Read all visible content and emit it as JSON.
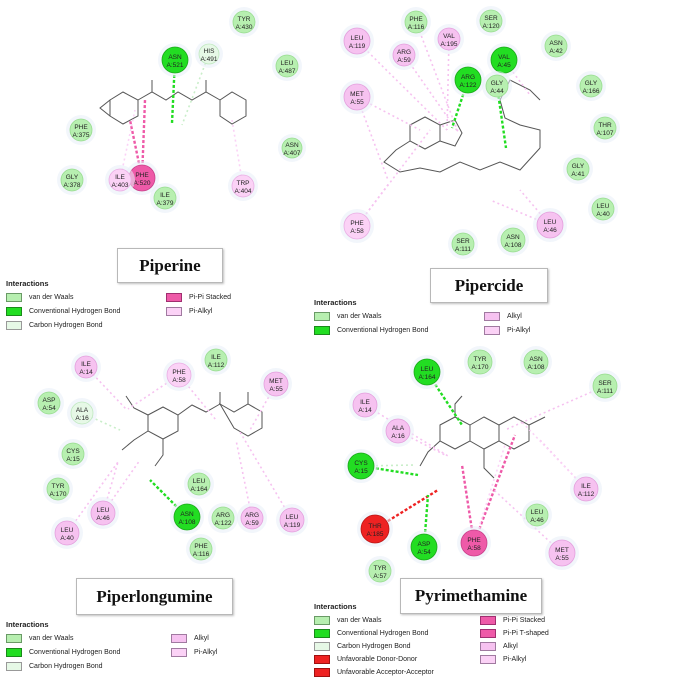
{
  "colors": {
    "vdw": "#b7efb0",
    "hbond": "#22dd22",
    "chbond": "#e6f8e6",
    "pipi": "#ee5aa8",
    "pit": "#ee5aa8",
    "alkyl": "#f6c2f0",
    "pialkyl": "#fbd2f6",
    "unfav": "#ee2222"
  },
  "panels": [
    {
      "title": "Piperine",
      "legend": {
        "title": "Interactions",
        "items": [
          {
            "label": "van der Waals",
            "type": "vdw"
          },
          {
            "label": "Conventional Hydrogen Bond",
            "type": "hbond"
          },
          {
            "label": "Carbon Hydrogen Bond",
            "type": "chbond"
          },
          {
            "label": "Pi-Pi Stacked",
            "type": "pipi"
          },
          {
            "label": "Pi-Alkyl",
            "type": "pialkyl"
          }
        ]
      },
      "residues": [
        {
          "name": "TYR",
          "num": "A:430",
          "type": "vdw"
        },
        {
          "name": "ASN",
          "num": "A:521",
          "type": "hbond"
        },
        {
          "name": "HIS",
          "num": "A:491",
          "type": "chbond"
        },
        {
          "name": "LEU",
          "num": "A:487",
          "type": "vdw"
        },
        {
          "name": "PHE",
          "num": "A:375",
          "type": "vdw"
        },
        {
          "name": "ASN",
          "num": "A:407",
          "type": "vdw"
        },
        {
          "name": "GLY",
          "num": "A:378",
          "type": "vdw"
        },
        {
          "name": "PHE",
          "num": "A:520",
          "type": "pipi"
        },
        {
          "name": "ILE",
          "num": "A:403",
          "type": "pialkyl"
        },
        {
          "name": "ILE",
          "num": "A:379",
          "type": "vdw"
        },
        {
          "name": "TRP",
          "num": "A:404",
          "type": "pialkyl"
        }
      ]
    },
    {
      "title": "Pipercide",
      "legend": {
        "title": "Interactions",
        "items": [
          {
            "label": "van der Waals",
            "type": "vdw"
          },
          {
            "label": "Conventional Hydrogen Bond",
            "type": "hbond"
          },
          {
            "label": "Alkyl",
            "type": "alkyl"
          },
          {
            "label": "Pi-Alkyl",
            "type": "pialkyl"
          }
        ]
      },
      "residues": [
        {
          "name": "PHE",
          "num": "A:116",
          "type": "vdw"
        },
        {
          "name": "SER",
          "num": "A:120",
          "type": "vdw"
        },
        {
          "name": "LEU",
          "num": "A:119",
          "type": "alkyl"
        },
        {
          "name": "VAL",
          "num": "A:195",
          "type": "alkyl"
        },
        {
          "name": "VAL",
          "num": "A:45",
          "type": "hbond"
        },
        {
          "name": "ASN",
          "num": "A:42",
          "type": "vdw"
        },
        {
          "name": "ARG",
          "num": "A:59",
          "type": "alkyl"
        },
        {
          "name": "ARG",
          "num": "A:122",
          "type": "hbond"
        },
        {
          "name": "GLY",
          "num": "A:44",
          "type": "vdw"
        },
        {
          "name": "GLY",
          "num": "A:166",
          "type": "vdw"
        },
        {
          "name": "MET",
          "num": "A:55",
          "type": "alkyl"
        },
        {
          "name": "THR",
          "num": "A:107",
          "type": "vdw"
        },
        {
          "name": "GLY",
          "num": "A:41",
          "type": "vdw"
        },
        {
          "name": "LEU",
          "num": "A:40",
          "type": "vdw"
        },
        {
          "name": "PHE",
          "num": "A:58",
          "type": "pialkyl"
        },
        {
          "name": "LEU",
          "num": "A:46",
          "type": "alkyl"
        },
        {
          "name": "ASN",
          "num": "A:108",
          "type": "vdw"
        },
        {
          "name": "SER",
          "num": "A:111",
          "type": "vdw"
        }
      ]
    },
    {
      "title": "Piperlongumine",
      "legend": {
        "title": "Interactions",
        "items": [
          {
            "label": "van der Waals",
            "type": "vdw"
          },
          {
            "label": "Conventional Hydrogen Bond",
            "type": "hbond"
          },
          {
            "label": "Carbon Hydrogen Bond",
            "type": "chbond"
          },
          {
            "label": "Alkyl",
            "type": "alkyl"
          },
          {
            "label": "Pi-Alkyl",
            "type": "pialkyl"
          }
        ]
      },
      "residues": [
        {
          "name": "ILE",
          "num": "A:14",
          "type": "alkyl"
        },
        {
          "name": "PHE",
          "num": "A:58",
          "type": "pialkyl"
        },
        {
          "name": "ILE",
          "num": "A:112",
          "type": "vdw"
        },
        {
          "name": "MET",
          "num": "A:55",
          "type": "alkyl"
        },
        {
          "name": "ASP",
          "num": "A:54",
          "type": "vdw"
        },
        {
          "name": "ALA",
          "num": "A:16",
          "type": "chbond"
        },
        {
          "name": "CYS",
          "num": "A:15",
          "type": "vdw"
        },
        {
          "name": "TYR",
          "num": "A:170",
          "type": "vdw"
        },
        {
          "name": "LEU",
          "num": "A:164",
          "type": "vdw"
        },
        {
          "name": "LEU",
          "num": "A:46",
          "type": "alkyl"
        },
        {
          "name": "ASN",
          "num": "A:108",
          "type": "hbond"
        },
        {
          "name": "ARG",
          "num": "A:122",
          "type": "vdw"
        },
        {
          "name": "ARG",
          "num": "A:59",
          "type": "alkyl"
        },
        {
          "name": "LEU",
          "num": "A:119",
          "type": "alkyl"
        },
        {
          "name": "LEU",
          "num": "A:40",
          "type": "alkyl"
        },
        {
          "name": "PHE",
          "num": "A:116",
          "type": "vdw"
        }
      ]
    },
    {
      "title": "Pyrimethamine",
      "legend": {
        "title": "Interactions",
        "items": [
          {
            "label": "van der Waals",
            "type": "vdw"
          },
          {
            "label": "Conventional Hydrogen Bond",
            "type": "hbond"
          },
          {
            "label": "Carbon Hydrogen Bond",
            "type": "chbond"
          },
          {
            "label": "Unfavorable Donor-Donor",
            "type": "unfav"
          },
          {
            "label": "Unfavorable Acceptor-Acceptor",
            "type": "unfav"
          },
          {
            "label": "Pi-Pi Stacked",
            "type": "pipi"
          },
          {
            "label": "Pi-Pi T-shaped",
            "type": "pit"
          },
          {
            "label": "Alkyl",
            "type": "alkyl"
          },
          {
            "label": "Pi-Alkyl",
            "type": "pialkyl"
          }
        ]
      },
      "residues": [
        {
          "name": "TYR",
          "num": "A:170",
          "type": "vdw"
        },
        {
          "name": "ASN",
          "num": "A:108",
          "type": "vdw"
        },
        {
          "name": "LEU",
          "num": "A:164",
          "type": "hbond"
        },
        {
          "name": "SER",
          "num": "A:111",
          "type": "vdw"
        },
        {
          "name": "ILE",
          "num": "A:14",
          "type": "alkyl"
        },
        {
          "name": "ALA",
          "num": "A:16",
          "type": "alkyl"
        },
        {
          "name": "CYS",
          "num": "A:15",
          "type": "hbond"
        },
        {
          "name": "ILE",
          "num": "A:112",
          "type": "alkyl"
        },
        {
          "name": "LEU",
          "num": "A:46",
          "type": "vdw"
        },
        {
          "name": "THR",
          "num": "A:185",
          "type": "unfav"
        },
        {
          "name": "ASP",
          "num": "A:54",
          "type": "hbond"
        },
        {
          "name": "PHE",
          "num": "A:58",
          "type": "pipi"
        },
        {
          "name": "MET",
          "num": "A:55",
          "type": "alkyl"
        },
        {
          "name": "TYR",
          "num": "A:57",
          "type": "vdw"
        }
      ]
    }
  ]
}
